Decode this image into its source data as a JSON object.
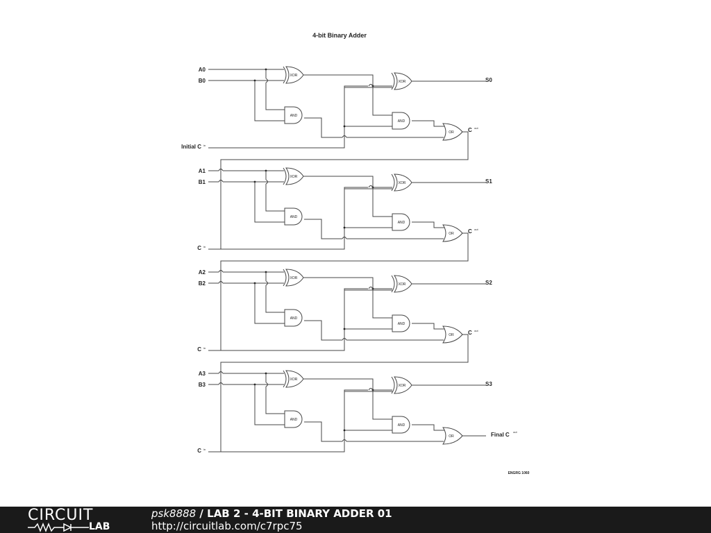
{
  "diagram": {
    "title": "4-bit Binary Adder",
    "course_tag": "ENGRG 1060",
    "initial_carry_prefix": "Initial ",
    "final_carry_prefix": "Final ",
    "carry_letter": "C",
    "carry_in_subscript": "in",
    "carry_out_subscript": "out",
    "gate_labels": {
      "xor": "XOR",
      "and": "AND",
      "or": "OR"
    },
    "stages": [
      {
        "a": "A0",
        "b": "B0",
        "sum": "S0"
      },
      {
        "a": "A1",
        "b": "B1",
        "sum": "S1"
      },
      {
        "a": "A2",
        "b": "B2",
        "sum": "S2"
      },
      {
        "a": "A3",
        "b": "B3",
        "sum": "S3"
      }
    ]
  },
  "footer": {
    "logo_top": "CIRCUIT",
    "logo_bottom": "LAB",
    "author": "psk8888",
    "separator": " / ",
    "project_title": "LAB 2 - 4-BIT BINARY ADDER 01",
    "url": "http://circuitlab.com/c7rpc75"
  },
  "colors": {
    "footer_bg": "#1a1a1a",
    "wire": "#444444"
  }
}
